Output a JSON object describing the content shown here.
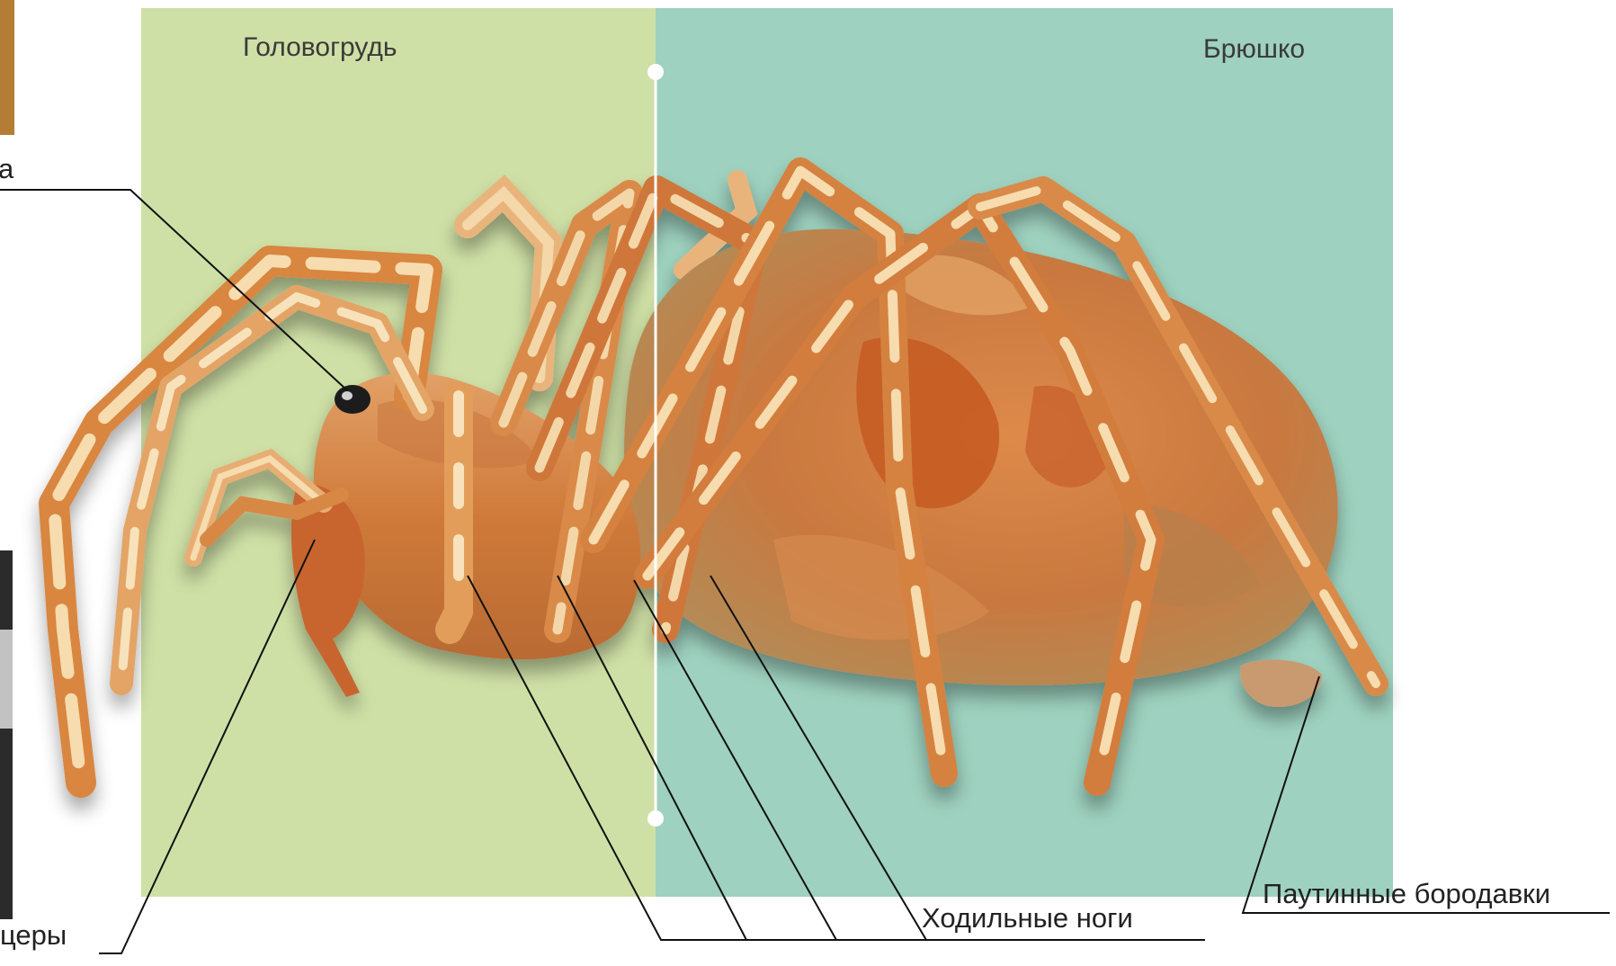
{
  "diagram": {
    "regions": {
      "cephalothorax": "Головогрудь",
      "abdomen": "Брюшко"
    },
    "labels": {
      "eyes_fragment": "а",
      "chelicerae_fragment": "церы",
      "walking_legs": "Ходильные ноги",
      "spinnerets": "Паутинные бородавки"
    },
    "colors": {
      "cephalothorax_bg": "#cfe0a6",
      "abdomen_bg": "#9ed1bf",
      "divider": "#ffffff",
      "leader_line": "#111111",
      "spider_dark": "#c05a1c",
      "spider_mid": "#d98a44",
      "spider_light": "#f6ddb0"
    }
  }
}
